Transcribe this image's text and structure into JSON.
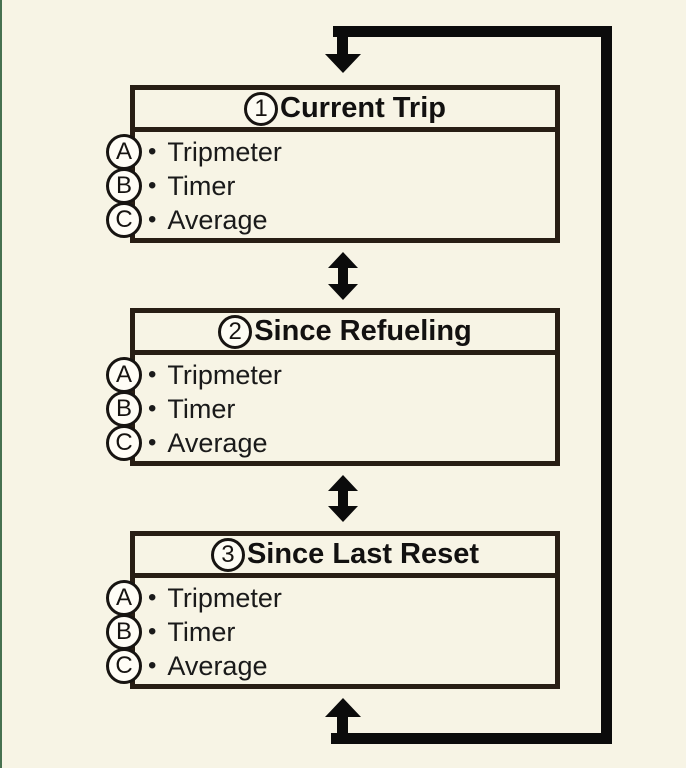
{
  "page": {
    "background_color": "#f7f4e5",
    "left_edge_color": "#477150",
    "line_color": "#0b0b0b",
    "box_border_color": "#281e14"
  },
  "diagram": {
    "bullet": "•",
    "boxes": [
      {
        "number": "1",
        "title": "Current Trip",
        "items": [
          {
            "letter": "A",
            "label": "Tripmeter"
          },
          {
            "letter": "B",
            "label": "Timer"
          },
          {
            "letter": "C",
            "label": "Average"
          }
        ]
      },
      {
        "number": "2",
        "title": "Since Refueling",
        "items": [
          {
            "letter": "A",
            "label": "Tripmeter"
          },
          {
            "letter": "B",
            "label": "Timer"
          },
          {
            "letter": "C",
            "label": "Average"
          }
        ]
      },
      {
        "number": "3",
        "title": "Since Last Reset",
        "items": [
          {
            "letter": "A",
            "label": "Tripmeter"
          },
          {
            "letter": "B",
            "label": "Timer"
          },
          {
            "letter": "C",
            "label": "Average"
          }
        ]
      }
    ],
    "connectors": {
      "between_boxes_icon": "up-down-arrow-icon",
      "cycle_icon": "loop-arrow-icon"
    }
  }
}
